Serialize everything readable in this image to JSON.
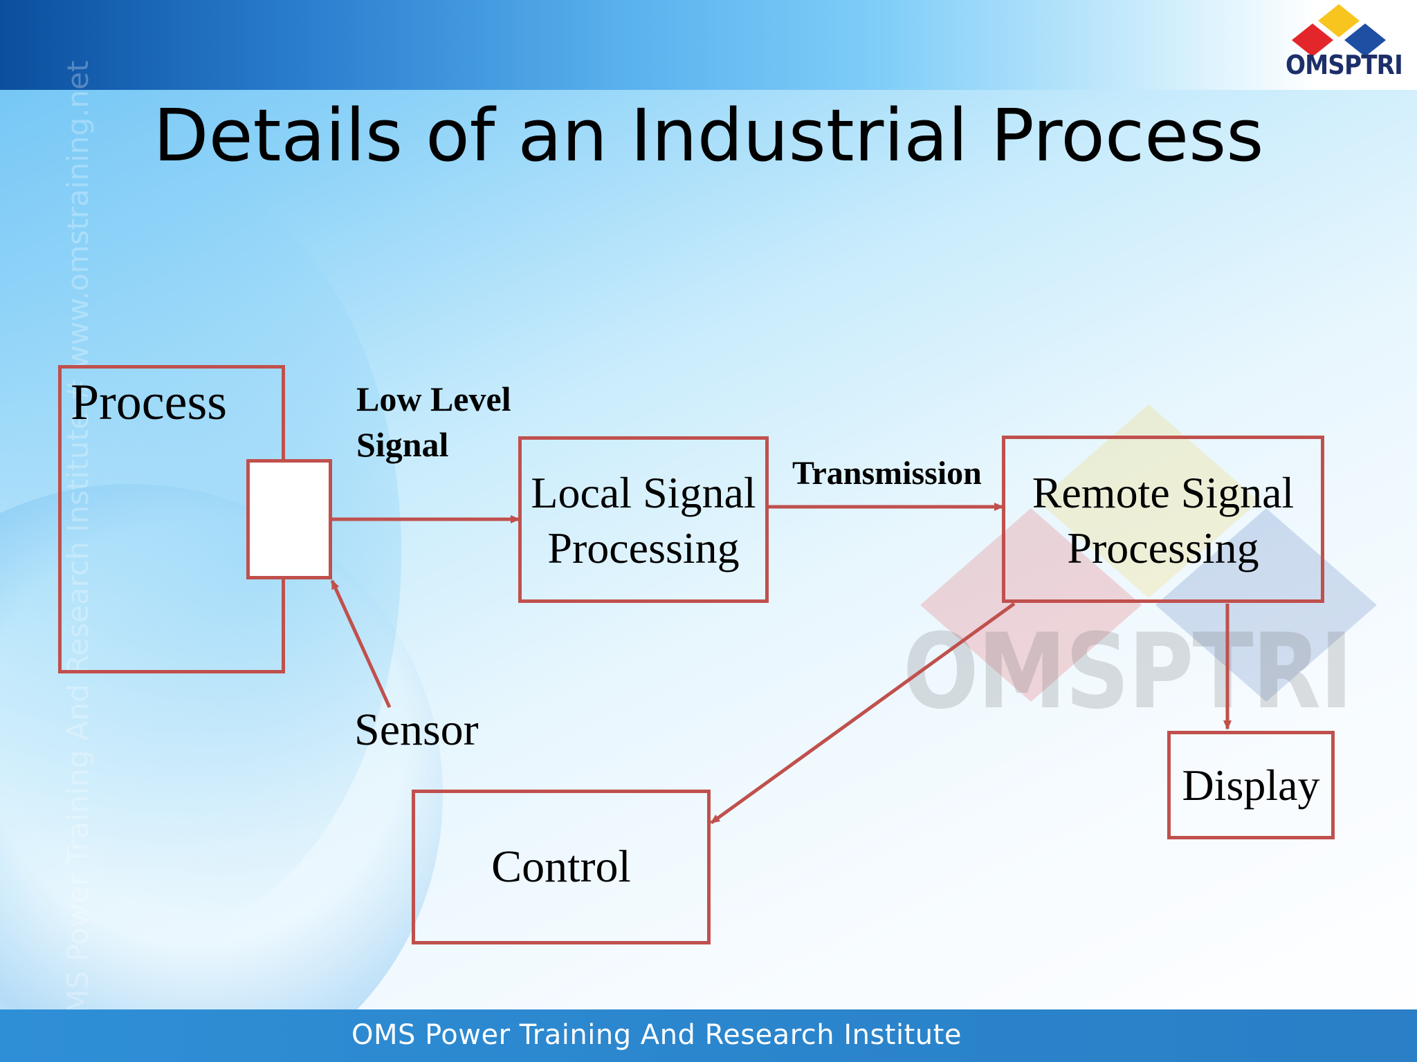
{
  "slide": {
    "title": "Details of an Industrial Process",
    "footer": "OMS Power Training And Research Institute",
    "side_watermark": "OMS Power Training And Research Institute # www.omstraining.net",
    "logo_text": "OMSPTRI",
    "background_logo_text": "OMSPTRI"
  },
  "diagram": {
    "nodes": {
      "process": "Process",
      "local_signal_processing": "Local Signal Processing",
      "remote_signal_processing": "Remote Signal Processing",
      "display": "Display",
      "control": "Control"
    },
    "labels": {
      "low_level_signal": "Low Level Signal",
      "transmission": "Transmission",
      "sensor": "Sensor"
    },
    "edges": [
      {
        "from": "sensor",
        "to": "local_signal_processing"
      },
      {
        "from": "local_signal_processing",
        "to": "remote_signal_processing"
      },
      {
        "from": "remote_signal_processing",
        "to": "display"
      },
      {
        "from": "remote_signal_processing",
        "to": "control"
      },
      {
        "from": "sensor_label",
        "to": "sensor"
      }
    ]
  },
  "colors": {
    "box_border": "#c0504d",
    "header_dark": "#0b4f9e",
    "footer": "#2b86cd",
    "logo_red": "#e3262a",
    "logo_yellow": "#f7c51e",
    "logo_blue": "#1f4fa3"
  }
}
